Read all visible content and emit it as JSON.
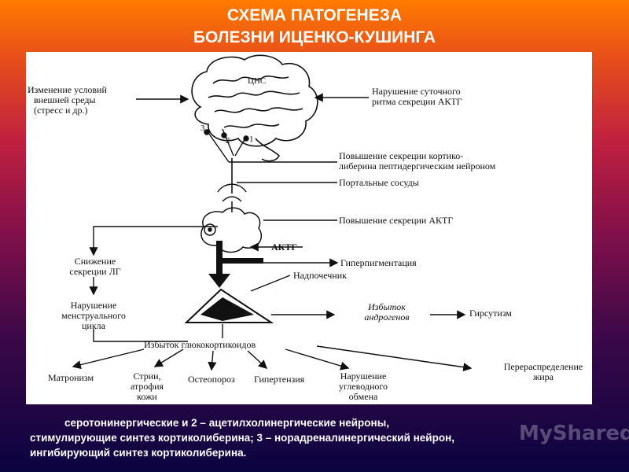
{
  "title": {
    "line1": "СХЕМА ПАТОГЕНЕЗА",
    "line2": "БОЛЕЗНИ ИЦЕНКО-КУШИНГА"
  },
  "diagram": {
    "brain_label": "ЦНС",
    "num_1": "1",
    "num_2": "2",
    "num_3": "3",
    "left_top": [
      "Изменение условий",
      "внешней среды",
      "(стресс и др.)"
    ],
    "right_circadian": [
      "Нарушение суточного",
      "ритма секреции АКТГ"
    ],
    "right_crh": [
      "Повышение секреции кортико-",
      "либерина пептидергическим нейроном"
    ],
    "right_portal": "Портальные сосуды",
    "right_acth": "Повышение секреции АКТГ",
    "acth_arrow": "АКТГ",
    "hyperpigmentation": "Гиперпигментация",
    "adrenal": "Надпочечник",
    "left_lh": [
      "Снижение",
      "секреции ЛГ"
    ],
    "left_menstrual": [
      "Нарушение",
      "менструального",
      "цикла"
    ],
    "androgens": [
      "Избыток",
      "андрогенов"
    ],
    "hirsutism": "Гирсутизм",
    "glucocorticoids": "Избыток глюкокортикоидов",
    "outcomes": {
      "matronism": "Матронизм",
      "striae": [
        "Стрии,",
        "атрофия",
        "кожи"
      ],
      "osteoporosis": "Остеопороз",
      "hypertension": "Гипертензия",
      "carb": [
        "Нарушение",
        "углеводного",
        "обмена"
      ],
      "fat": [
        "Перераспределение",
        "жира"
      ]
    }
  },
  "caption": {
    "line1": "серотонинергические и 2 – ацетилхолинергические нейроны,",
    "line2": "стимулирующие синтез кортиколиберина; 3 – норадреналинергический нейрон,",
    "line3": "ингибирующий синтез кортиколиберина."
  },
  "watermark": "MyShared"
}
